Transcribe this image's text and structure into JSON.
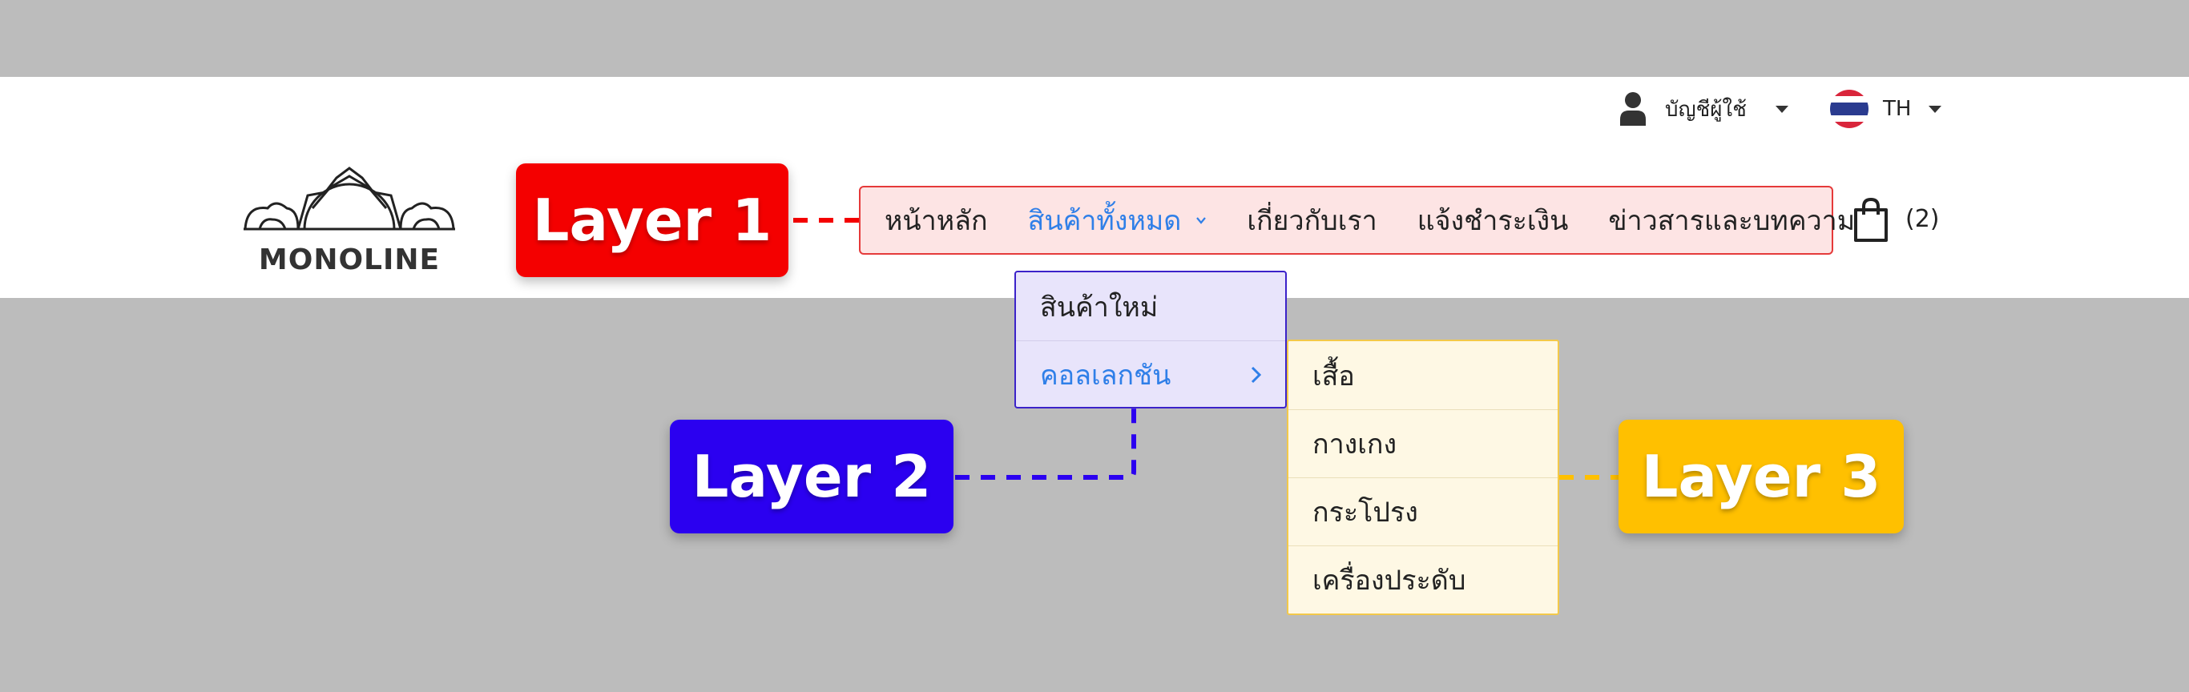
{
  "topbar": {
    "account_label": "บัญชีผู้ใช้",
    "language_label": "TH"
  },
  "logo": {
    "text": "MONOLINE"
  },
  "badges": {
    "layer1": "Layer 1",
    "layer2": "Layer 2",
    "layer3": "Layer 3"
  },
  "colors": {
    "layer1": "#f40000",
    "layer2": "#2b00f0",
    "layer3": "#ffc000",
    "accent": "#2f7fe8"
  },
  "nav": {
    "items": [
      {
        "label": "หน้าหลัก"
      },
      {
        "label": "สินค้าทั้งหมด"
      },
      {
        "label": "เกี่ยวกับเรา"
      },
      {
        "label": "แจ้งชำระเงิน"
      },
      {
        "label": "ข่าวสารและบทความ"
      }
    ]
  },
  "cart": {
    "count": "(2)"
  },
  "dropdown_level2": {
    "items": [
      {
        "label": "สินค้าใหม่"
      },
      {
        "label": "คอลเลกชัน"
      }
    ]
  },
  "dropdown_level3": {
    "items": [
      {
        "label": "เสื้อ"
      },
      {
        "label": "กางเกง"
      },
      {
        "label": "กระโปรง"
      },
      {
        "label": "เครื่องประดับ"
      }
    ]
  },
  "icons": {
    "account": "user-icon",
    "language": "thai-flag-icon",
    "cart": "shopping-bag-icon",
    "expand": "chevron-down-icon",
    "submenu": "chevron-right-icon"
  }
}
